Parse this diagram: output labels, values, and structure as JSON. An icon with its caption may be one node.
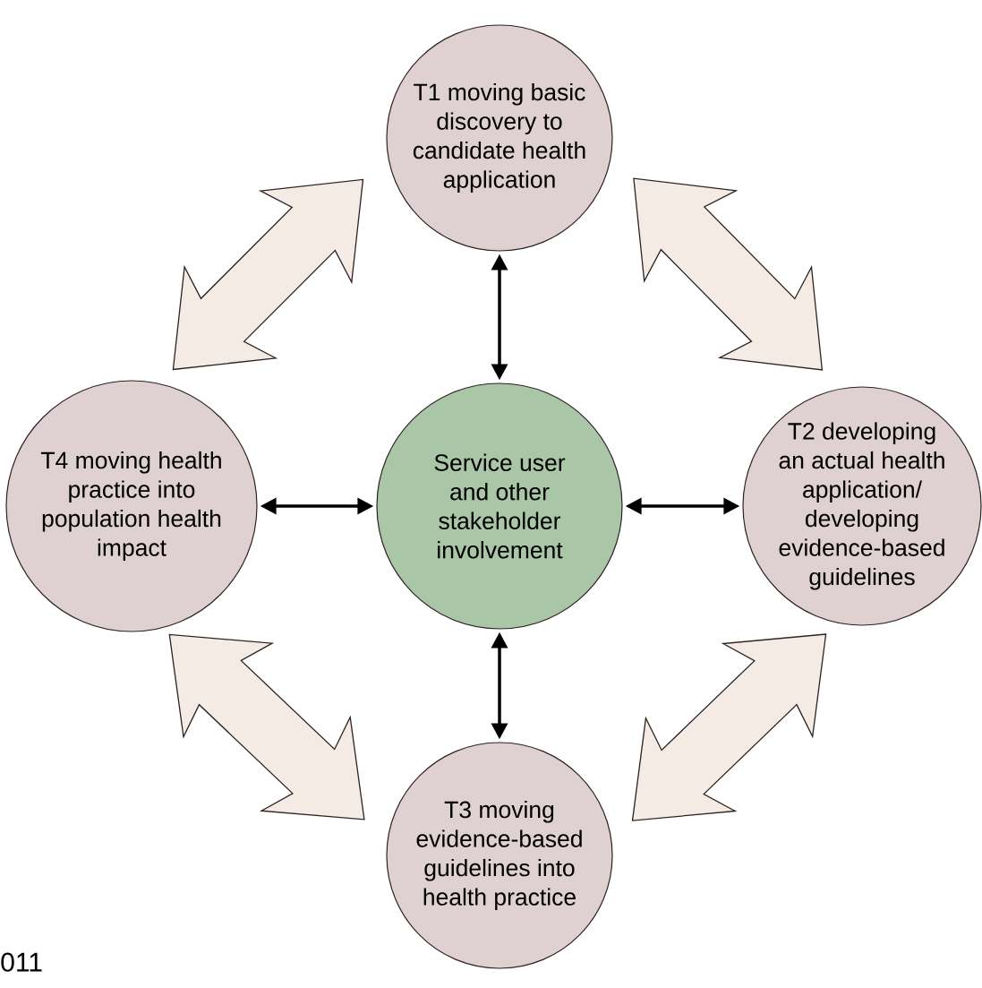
{
  "diagram": {
    "nodes": [
      {
        "text": [
          "T1 moving basic discovery to candidate health application"
        ]
      },
      {
        "text": [
          "T4 moving health practice into population health impact"
        ]
      },
      {
        "text": [
          "Service user and other stakeholder involvement"
        ]
      },
      {
        "text": [
          "T2 developing an actual health application/ developing evidence-based guidelines"
        ]
      },
      {
        "text": [
          "T3 moving evidence-based guidelines into health practice"
        ]
      }
    ],
    "edges": [
      {
        "from": 2,
        "to": 0,
        "arrow": "both"
      },
      {
        "from": 2,
        "to": 1,
        "arrow": "both"
      },
      {
        "from": 2,
        "to": 3,
        "arrow": "both"
      },
      {
        "from": 2,
        "to": 4,
        "arrow": "both"
      },
      {
        "from": 0,
        "to": 3,
        "arrow": "both",
        "style": "thick",
        "color": "#f5ebe5"
      },
      {
        "from": 3,
        "to": 4,
        "arrow": "both",
        "style": "thick",
        "color": "#f5ebe5"
      },
      {
        "from": 4,
        "to": 1,
        "arrow": "both",
        "style": "thick",
        "color": "#f5ebe5"
      },
      {
        "from": 1,
        "to": 0,
        "arrow": "both",
        "style": "thick",
        "color": "#f5ebe5"
      }
    ],
    "labels": [
      "011"
    ]
  }
}
